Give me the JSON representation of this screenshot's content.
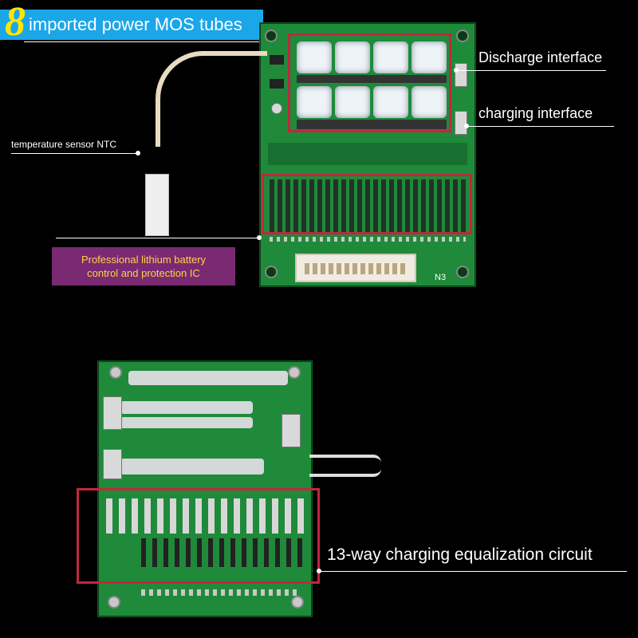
{
  "header": {
    "number": "8",
    "text": "imported power MOS tubes"
  },
  "labels": {
    "discharge": "Discharge interface",
    "charging": "charging interface",
    "ntc": "temperature sensor NTC",
    "ic_line1": "Professional lithium battery",
    "ic_line2": "control and protection IC",
    "equalization": "13-way charging equalization circuit",
    "connector": "N3"
  },
  "colors": {
    "header_bg": "#1ba6e8",
    "header_num": "#ffe600",
    "ic_box_bg": "#7a2a72",
    "ic_text": "#ffd24a",
    "highlight": "#c0273f",
    "pcb": "#1f8a3a"
  }
}
